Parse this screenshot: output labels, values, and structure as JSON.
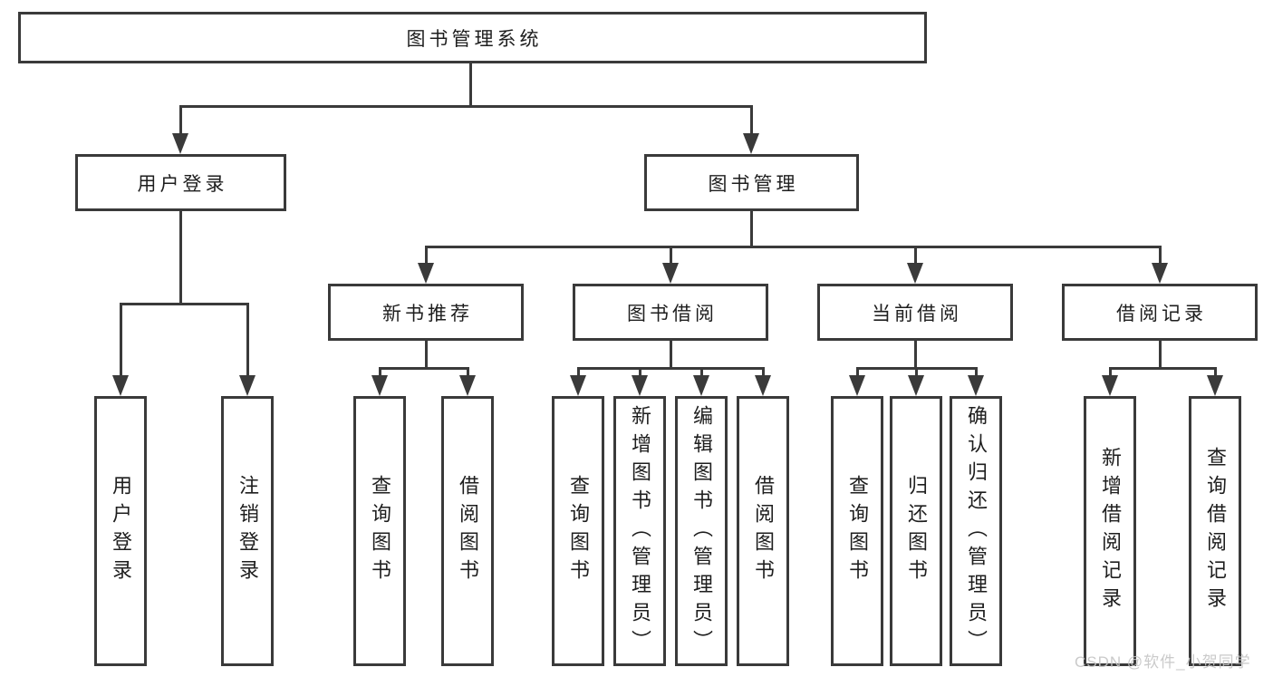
{
  "diagram": {
    "title": "图书管理系统",
    "level2": [
      {
        "label": "用户登录"
      },
      {
        "label": "图书管理"
      }
    ],
    "level3": [
      {
        "label": "新书推荐"
      },
      {
        "label": "图书借阅"
      },
      {
        "label": "当前借阅"
      },
      {
        "label": "借阅记录"
      }
    ],
    "leaves": {
      "user_login": [
        {
          "label": "用户登录"
        },
        {
          "label": "注销登录"
        }
      ],
      "new_book_recommend": [
        {
          "label": "查询图书"
        },
        {
          "label": "借阅图书"
        }
      ],
      "book_borrow": [
        {
          "label": "查询图书"
        },
        {
          "label": "新增图书（管理员）"
        },
        {
          "label": "编辑图书（管理员）"
        },
        {
          "label": "借阅图书"
        }
      ],
      "current_borrow": [
        {
          "label": "查询图书"
        },
        {
          "label": "归还图书"
        },
        {
          "label": "确认归还（管理员）"
        }
      ],
      "borrow_record": [
        {
          "label": "新增借阅记录"
        },
        {
          "label": "查询借阅记录"
        }
      ]
    },
    "watermark": "CSDN @软件_小贺同学",
    "colors": {
      "line": "#3a3a3a",
      "text": "#1e1e1e",
      "background": "#ffffff",
      "watermark": "#c5c5c5"
    }
  }
}
